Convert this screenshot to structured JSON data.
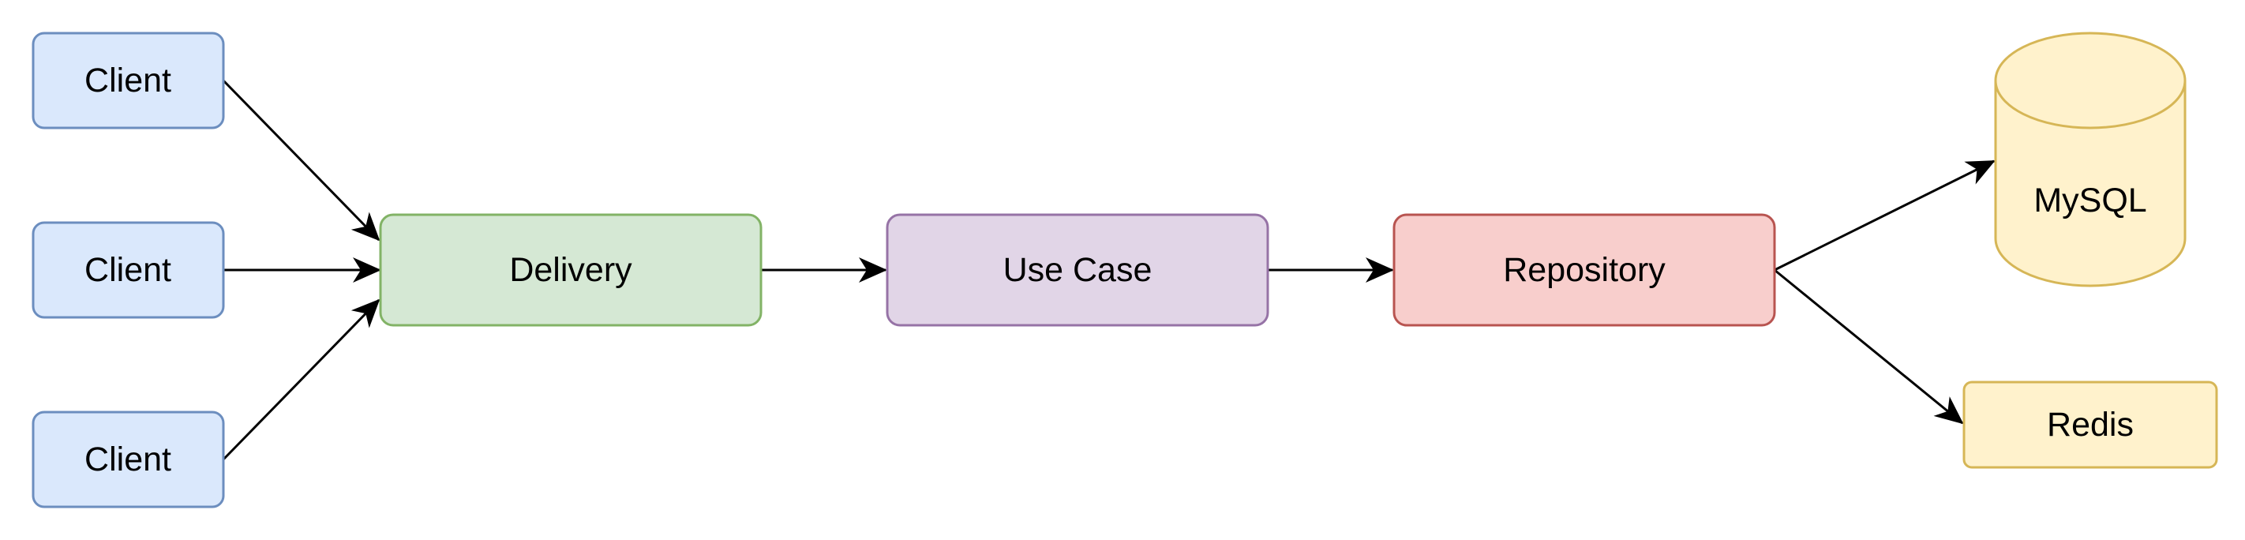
{
  "diagram": {
    "nodes": {
      "client_1": {
        "label": "Client"
      },
      "client_2": {
        "label": "Client"
      },
      "client_3": {
        "label": "Client"
      },
      "delivery": {
        "label": "Delivery"
      },
      "use_case": {
        "label": "Use Case"
      },
      "repository": {
        "label": "Repository"
      },
      "mysql": {
        "label": "MySQL"
      },
      "redis": {
        "label": "Redis"
      }
    },
    "edges": [
      {
        "from": "Client",
        "to": "Delivery"
      },
      {
        "from": "Client",
        "to": "Delivery"
      },
      {
        "from": "Client",
        "to": "Delivery"
      },
      {
        "from": "Delivery",
        "to": "Use Case"
      },
      {
        "from": "Use Case",
        "to": "Repository"
      },
      {
        "from": "Repository",
        "to": "MySQL"
      },
      {
        "from": "Repository",
        "to": "Redis"
      }
    ],
    "colors": {
      "client_fill": "#dae8fc",
      "client_stroke": "#6c8ebf",
      "delivery_fill": "#d5e8d4",
      "delivery_stroke": "#82b366",
      "use_case_fill": "#e1d5e7",
      "use_case_stroke": "#9673a6",
      "repository_fill": "#f8cecc",
      "repository_stroke": "#b85450",
      "datastore_fill": "#fff2cc",
      "datastore_stroke": "#d6b656",
      "edge": "#000000"
    }
  }
}
